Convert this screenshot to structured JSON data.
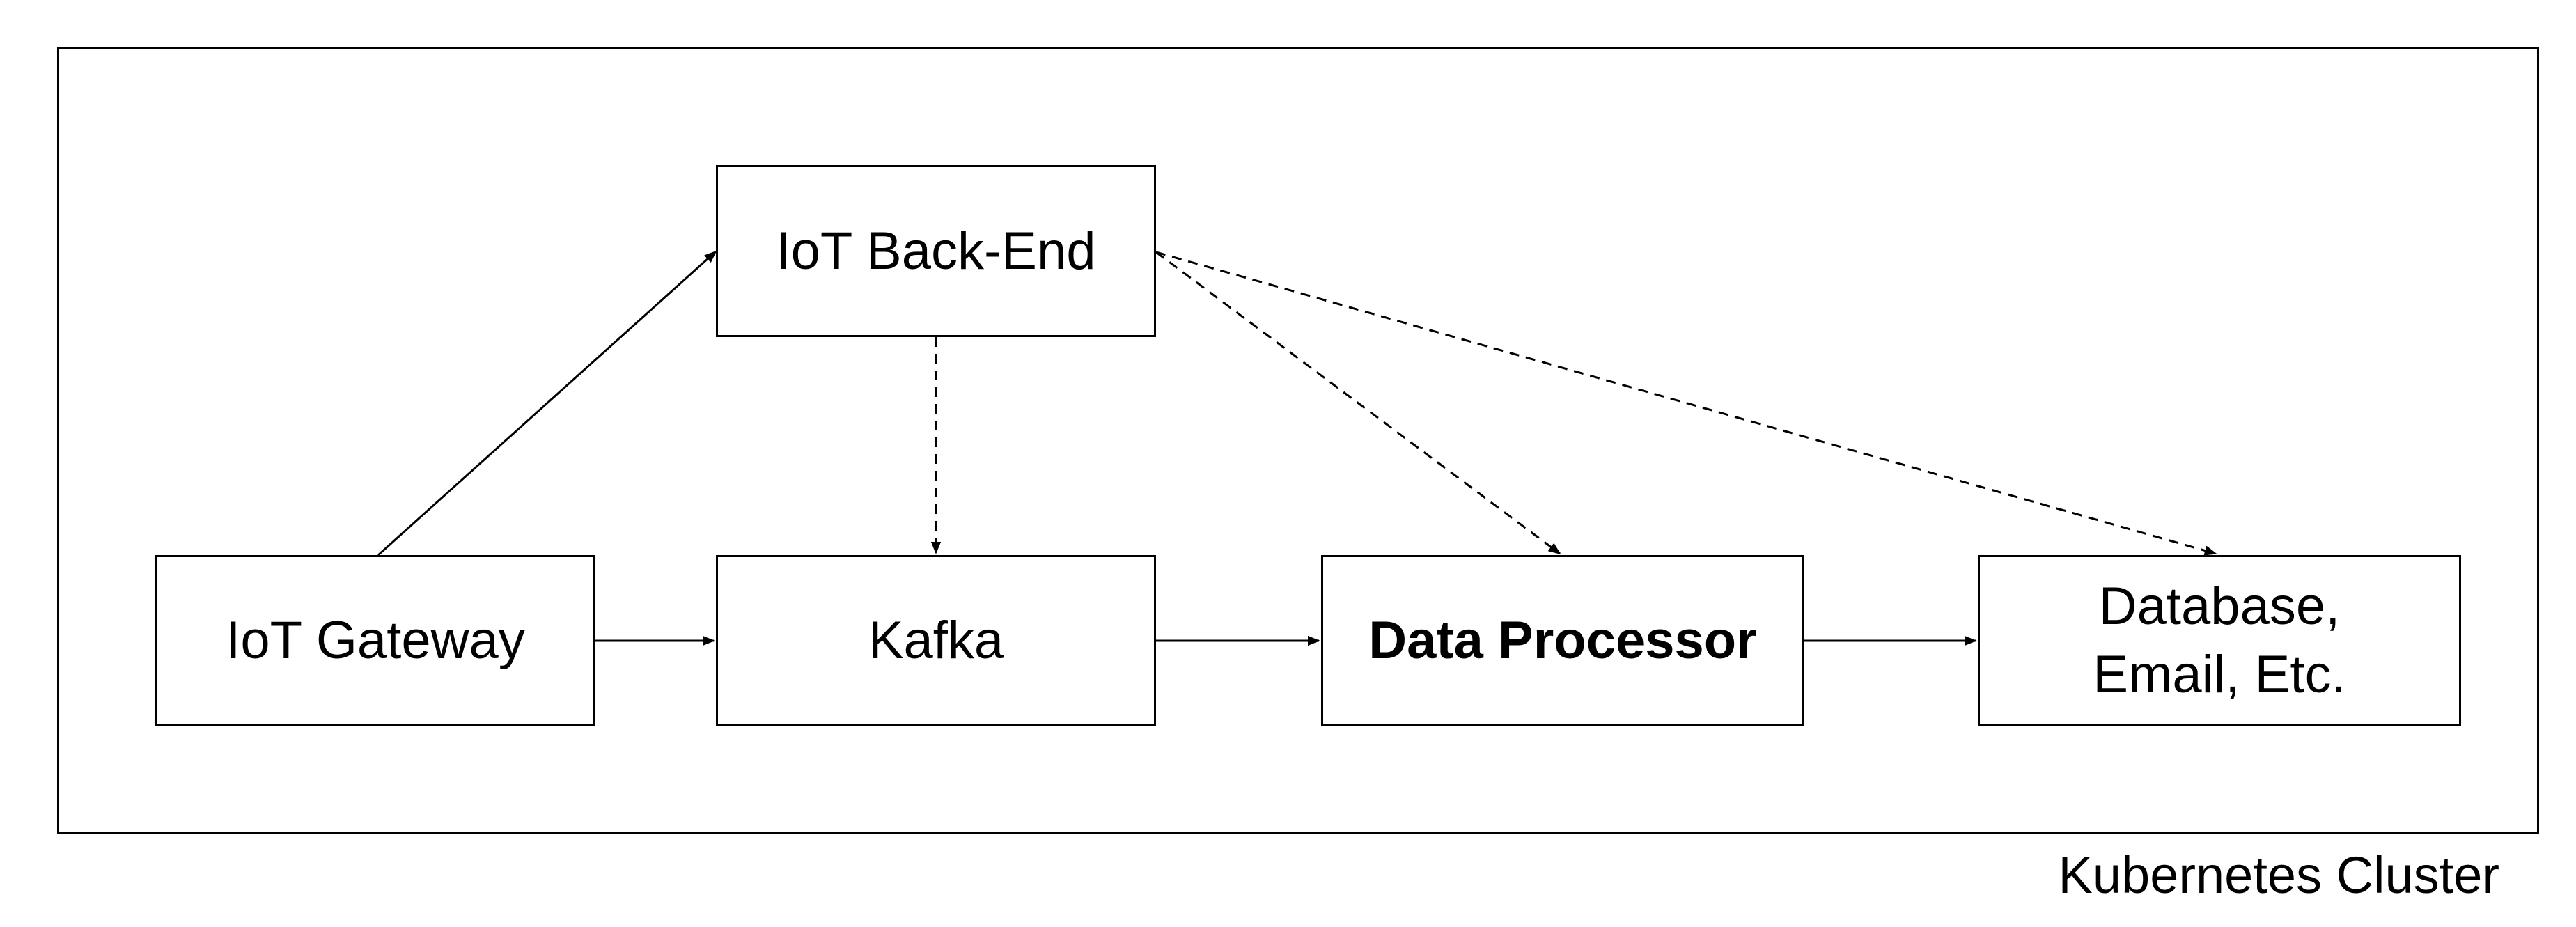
{
  "diagram": {
    "cluster_label": "Kubernetes Cluster",
    "nodes": {
      "backend": {
        "label": "IoT Back-End"
      },
      "gateway": {
        "label": "IoT Gateway"
      },
      "kafka": {
        "label": "Kafka"
      },
      "data_processor": {
        "label": "Data Processor",
        "bold": true
      },
      "database": {
        "label": "Database,\nEmail, Etc."
      }
    },
    "edges": [
      {
        "from": "gateway",
        "to": "backend",
        "style": "solid"
      },
      {
        "from": "gateway",
        "to": "kafka",
        "style": "solid"
      },
      {
        "from": "kafka",
        "to": "data_processor",
        "style": "solid"
      },
      {
        "from": "data_processor",
        "to": "database",
        "style": "solid"
      },
      {
        "from": "backend",
        "to": "kafka",
        "style": "dashed"
      },
      {
        "from": "backend",
        "to": "data_processor",
        "style": "dashed"
      },
      {
        "from": "backend",
        "to": "database",
        "style": "dashed"
      }
    ]
  }
}
